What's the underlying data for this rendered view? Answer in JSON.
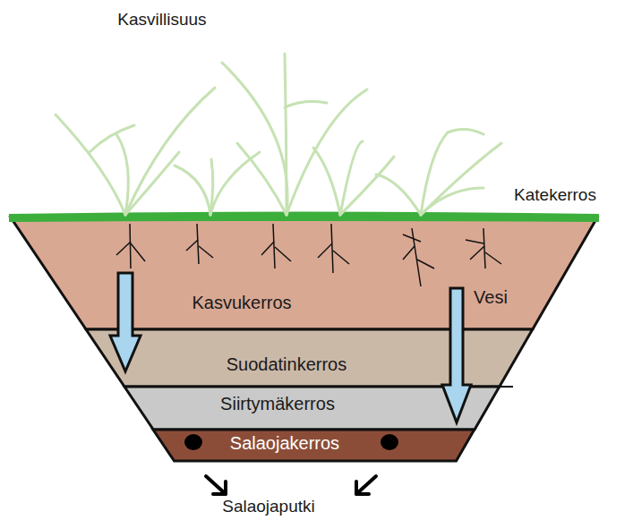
{
  "diagram": {
    "nodes": [
      {
        "text": [
          "Kasvukerros"
        ]
      },
      {
        "text": [
          "Suodatinkerros"
        ]
      },
      {
        "text": [
          "Siirtymäkerros"
        ]
      },
      {
        "text": [
          "Salaojakerros"
        ]
      }
    ],
    "labels": [
      "Kasvillisuus",
      "Katekerros",
      "Vesi",
      "Salaojaputki"
    ]
  }
}
